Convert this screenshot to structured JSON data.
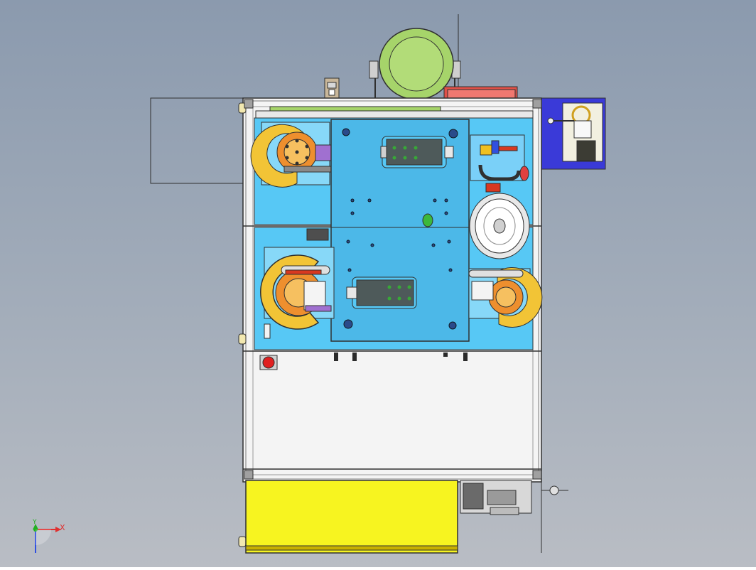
{
  "viewport": {
    "background_top": "#8b9aae",
    "background_bottom": "#b9bdc4"
  },
  "triad": {
    "x_label": "X",
    "y_label": "Y",
    "x_color": "#e03030",
    "y_color": "#20b020",
    "z_color": "#3050e0"
  },
  "colors": {
    "panel_blue": "#57c8f5",
    "mount_plate": "#4cb8e8",
    "frame_line": "#303030",
    "dial_yellow": "#f2c436",
    "disk_orange": "#ee8f2e",
    "tank_green": "#a6d46a",
    "side_box_blue": "#3a3ad8",
    "base_yellow": "#f7f420",
    "red_block": "#d83820",
    "stop_button": "#e02020"
  },
  "parts": [
    "air-tank",
    "upper-left-dial",
    "lower-left-dial",
    "lower-right-dial",
    "center-mount-plate",
    "upper-clamp-block",
    "lower-clamp-block",
    "white-reel",
    "emergency-stop-button",
    "side-blue-box",
    "yellow-base-cabinet"
  ]
}
